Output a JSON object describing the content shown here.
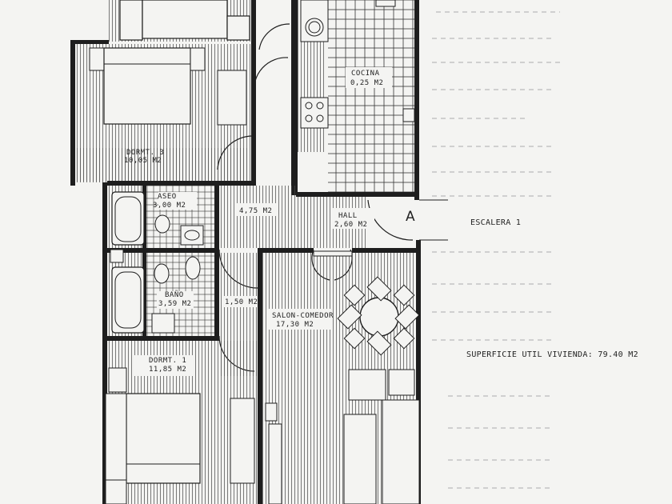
{
  "rooms": {
    "cocina": {
      "name": "COCINA",
      "area": "0,25 M2"
    },
    "dormit3": {
      "name": "DORMT. 3",
      "area": "10,05 M2"
    },
    "aseo": {
      "name": "ASEO",
      "area": "3,00 M2"
    },
    "pasillo": {
      "area": "4,75 M2"
    },
    "hall": {
      "name": "HALL",
      "area": "2,60 M2"
    },
    "bano": {
      "name": "BAÑO",
      "area": "3,59 M2"
    },
    "distrib": {
      "area": "1,50 M2"
    },
    "salon": {
      "name": "SALON-COMEDOR",
      "area": "17,30 M2"
    },
    "dormit1": {
      "name": "DORMT. 1",
      "area": "11,85 M2"
    }
  },
  "entrance_marker": "A",
  "stair_label": "ESCALERA 1",
  "surface_label": "SUPERFICIE UTIL VIVIENDA: 79.40 M2",
  "colors": {
    "ink": "#1e1e1e",
    "paper": "#f4f4f2",
    "hatch": "#555555"
  }
}
